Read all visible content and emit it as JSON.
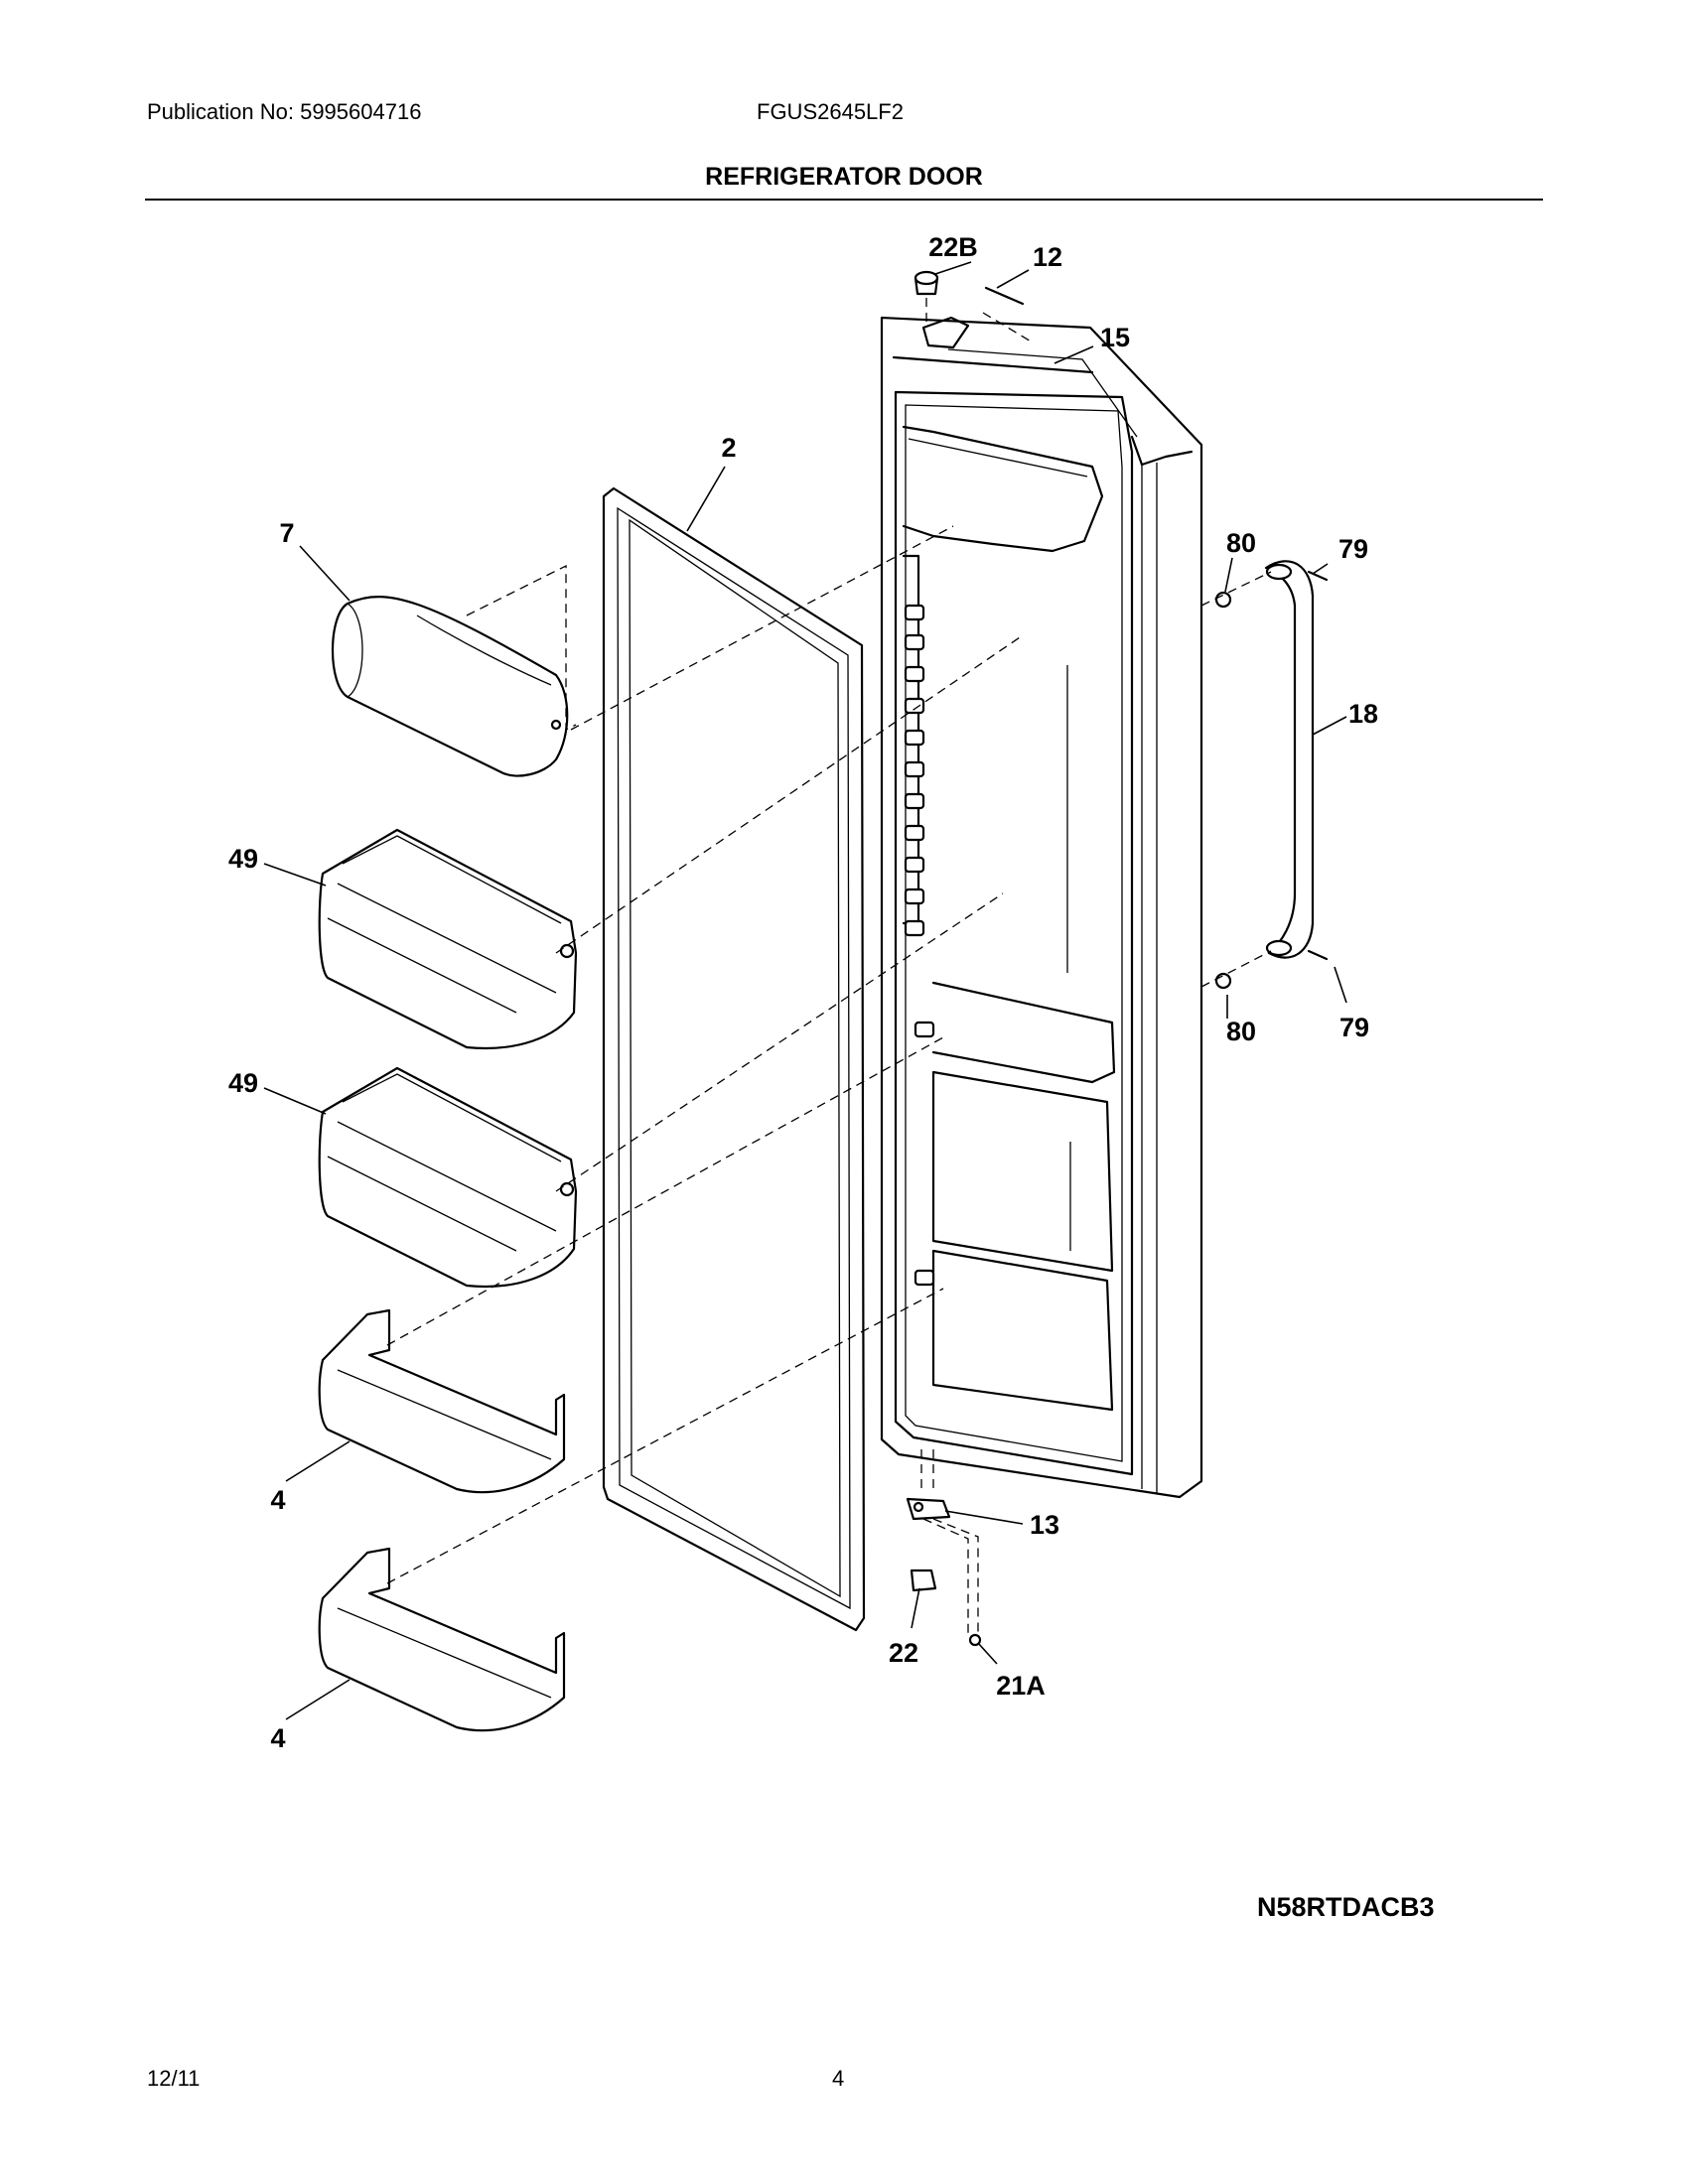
{
  "header": {
    "publication": "Publication No: 5995604716",
    "model": "FGUS2645LF2",
    "title": "REFRIGERATOR DOOR"
  },
  "parts": {
    "p22b": "22B",
    "p12": "12",
    "p15": "15",
    "p2": "2",
    "p7": "7",
    "p80a": "80",
    "p79a": "79",
    "p18": "18",
    "p49a": "49",
    "p49b": "49",
    "p80b": "80",
    "p79b": "79",
    "p4a": "4",
    "p4b": "4",
    "p13": "13",
    "p22": "22",
    "p21a": "21A"
  },
  "footer": {
    "code": "N58RTDACB3",
    "date": "12/11",
    "page": "4"
  }
}
